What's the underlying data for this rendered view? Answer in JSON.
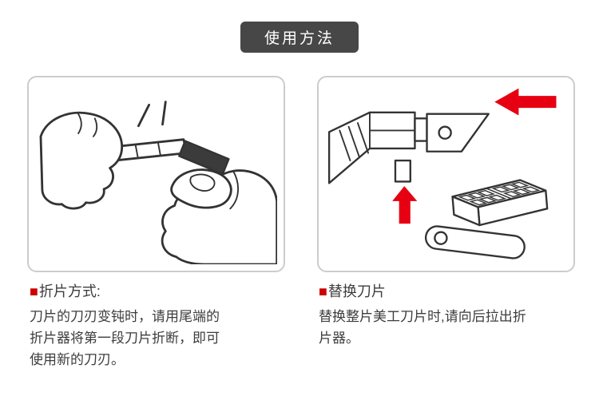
{
  "title": "使用方法",
  "colors": {
    "badge_bg": "#474747",
    "badge_text": "#ffffff",
    "panel_border": "#cccccc",
    "bullet": "#cc0000",
    "text": "#3d3d3d",
    "line_art": "#333333",
    "arrow": "#e60012"
  },
  "sections": [
    {
      "bullet": "■",
      "heading": "折片方式:",
      "body": "刀片的刀刃变钝时，请用尾端的折片器将第一段刀片折断，即可使用新的刀刃。",
      "illustration": "blade-snap-illustration"
    },
    {
      "bullet": "■",
      "heading": "替换刀片",
      "body": "替换整片美工刀片时,请向后拉出折片器。",
      "illustration": "blade-replace-illustration"
    }
  ]
}
